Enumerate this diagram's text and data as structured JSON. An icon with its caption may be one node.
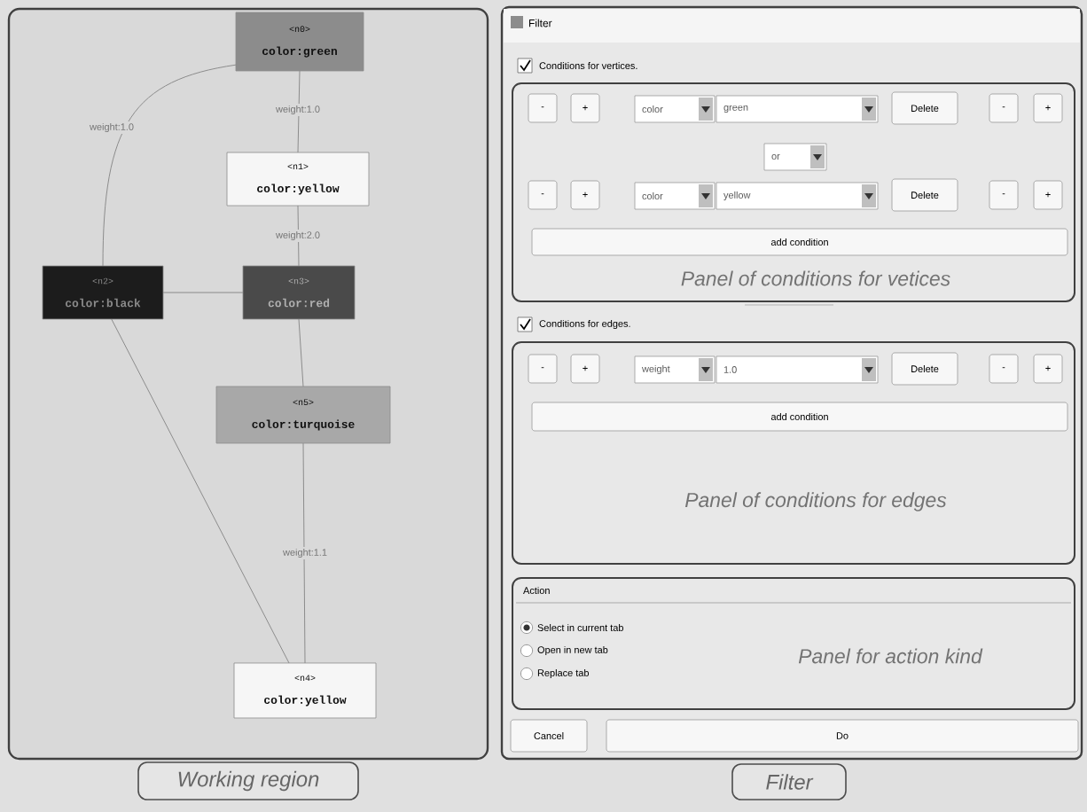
{
  "diagram": {
    "nodes": [
      {
        "text": [
          "<n0>",
          "color:green"
        ]
      },
      {
        "text": [
          "<n1>",
          "color:yellow"
        ]
      },
      {
        "text": [
          "<n2>",
          "color:black"
        ]
      },
      {
        "text": [
          "<n3>",
          "color:red"
        ]
      },
      {
        "text": [
          "<n5>",
          "color:turquoise"
        ]
      },
      {
        "text": [
          "<n4>",
          "color:yellow"
        ]
      },
      {
        "text": [
          "Working region"
        ]
      },
      {
        "text": [
          "Filter"
        ]
      },
      {
        "text": [
          "Conditions for vertices."
        ],
        "in": 7
      },
      {
        "text": [
          "Panel of conditions for vetices"
        ],
        "in": 7
      },
      {
        "text": [
          "-"
        ],
        "in": 9
      },
      {
        "text": [
          "+"
        ],
        "in": 9
      },
      {
        "text": [
          "color"
        ],
        "in": 9
      },
      {
        "text": [
          "green"
        ],
        "in": 9
      },
      {
        "text": [
          "Delete"
        ],
        "in": 9
      },
      {
        "text": [
          "-"
        ],
        "in": 9
      },
      {
        "text": [
          "+"
        ],
        "in": 9
      },
      {
        "text": [
          "or"
        ],
        "in": 9
      },
      {
        "text": [
          "-"
        ],
        "in": 9
      },
      {
        "text": [
          "+"
        ],
        "in": 9
      },
      {
        "text": [
          "color"
        ],
        "in": 9
      },
      {
        "text": [
          "yellow"
        ],
        "in": 9
      },
      {
        "text": [
          "Delete"
        ],
        "in": 9
      },
      {
        "text": [
          "-"
        ],
        "in": 9
      },
      {
        "text": [
          "+"
        ],
        "in": 9
      },
      {
        "text": [
          "add condition"
        ],
        "in": 9
      },
      {
        "text": [
          "Conditions for edges."
        ],
        "in": 7
      },
      {
        "text": [
          "Panel of conditions for edges"
        ],
        "in": 7
      },
      {
        "text": [
          "-"
        ],
        "in": 27
      },
      {
        "text": [
          "+"
        ],
        "in": 27
      },
      {
        "text": [
          "weight"
        ],
        "in": 27
      },
      {
        "text": [
          "1.0"
        ],
        "in": 27
      },
      {
        "text": [
          "Delete"
        ],
        "in": 27
      },
      {
        "text": [
          "-"
        ],
        "in": 27
      },
      {
        "text": [
          "+"
        ],
        "in": 27
      },
      {
        "text": [
          "add condition"
        ],
        "in": 27
      },
      {
        "text": [
          "Action",
          "Panel for action kind"
        ],
        "in": 7
      },
      {
        "text": [
          "Select in current tab"
        ],
        "in": 36
      },
      {
        "text": [
          "Open in new tab"
        ],
        "in": 36
      },
      {
        "text": [
          "Replace tab"
        ],
        "in": 36
      },
      {
        "text": [
          "Cancel"
        ],
        "in": 7
      },
      {
        "text": [
          "Do"
        ],
        "in": 7
      },
      {
        "text": [
          "Filter"
        ]
      }
    ],
    "edges": [
      {
        "from": 0,
        "to": 1,
        "arrow": "none",
        "label": "weight:1.0"
      },
      {
        "from": 0,
        "to": 2,
        "arrow": "none",
        "label": "weight:1.0"
      },
      {
        "from": 1,
        "to": 3,
        "arrow": "none",
        "label": "weight:2.0"
      },
      {
        "from": 2,
        "to": 3,
        "arrow": "none"
      },
      {
        "from": 3,
        "to": 4,
        "arrow": "none"
      },
      {
        "from": 4,
        "to": 5,
        "arrow": "none",
        "label": "weight:1.1"
      },
      {
        "from": 2,
        "to": 5,
        "arrow": "none"
      }
    ]
  }
}
